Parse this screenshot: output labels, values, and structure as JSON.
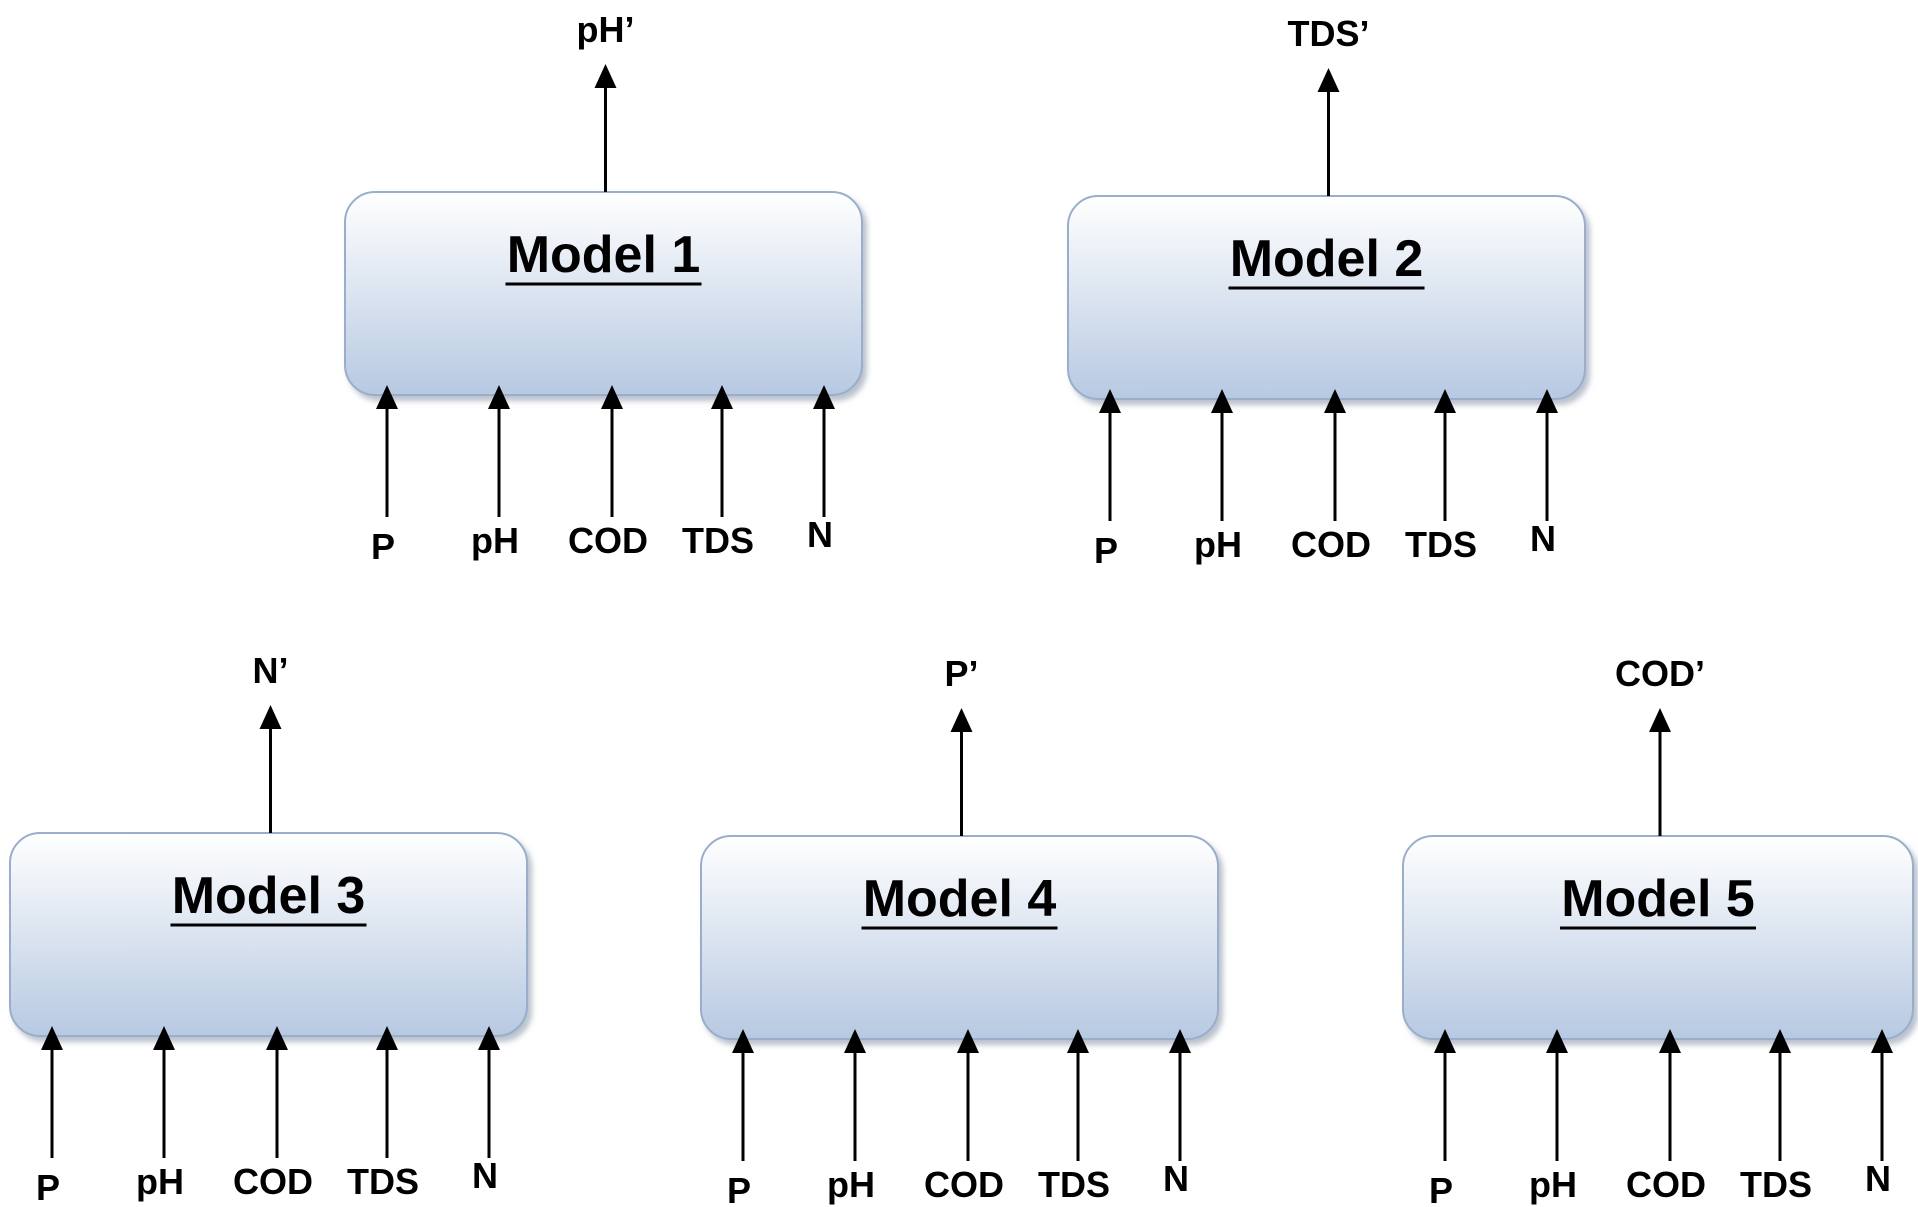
{
  "colors": {
    "box_top": "#ffffff",
    "box_bottom": "#b7c9e2",
    "box_border": "#9aaecb",
    "text": "#000000"
  },
  "models": [
    {
      "title": "Model  1",
      "output": "pH’",
      "inputs": [
        "P",
        "pH",
        "COD",
        "TDS",
        "N"
      ]
    },
    {
      "title": "Model  2",
      "output": "TDS’",
      "inputs": [
        "P",
        "pH",
        "COD",
        "TDS",
        "N"
      ]
    },
    {
      "title": "Model  3",
      "output": "N’",
      "inputs": [
        "P",
        "pH",
        "COD",
        "TDS",
        "N"
      ]
    },
    {
      "title": "Model  4",
      "output": "P’",
      "inputs": [
        "P",
        "pH",
        "COD",
        "TDS",
        "N"
      ]
    },
    {
      "title": "Model  5",
      "output": "COD’",
      "inputs": [
        "P",
        "pH",
        "COD",
        "TDS",
        "N"
      ]
    }
  ]
}
